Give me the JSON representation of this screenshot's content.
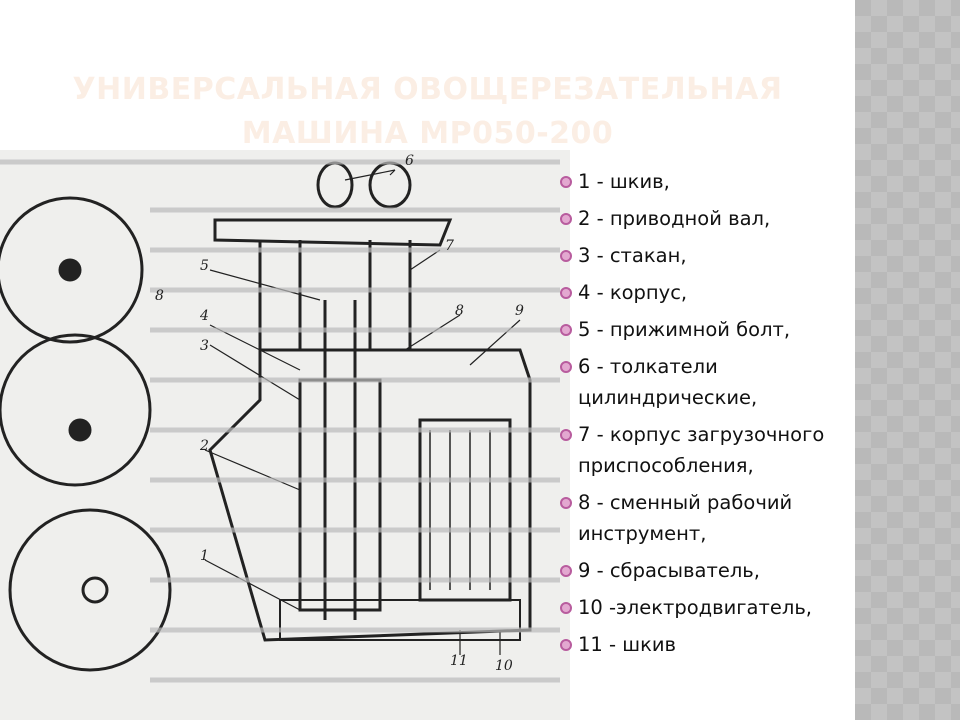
{
  "slide": {
    "title_line1": "УНИВЕРСАЛЬНАЯ ОВОЩЕРЕЗАТЕЛЬНАЯ",
    "title_line2": "МАШИНА МР050-200",
    "accent_bullet_color": "#b85c9e",
    "legend": [
      "1 - шкив,",
      "2 - приводной вал,",
      "3 - стакан,",
      "4 - корпус,",
      "5 - прижимной болт,",
      "6 - толкатели цилиндрические,",
      " 7 - корпус загрузочного приспособления,",
      " 8 - сменный рабочий инструмент,",
      " 9 - сбрасыватель,",
      "10 -электродвигатель,",
      "11 - шкив"
    ],
    "figure_labels": [
      "1",
      "2",
      "3",
      "4",
      "5",
      "6",
      "7",
      "8",
      "9",
      "10",
      "11"
    ]
  }
}
